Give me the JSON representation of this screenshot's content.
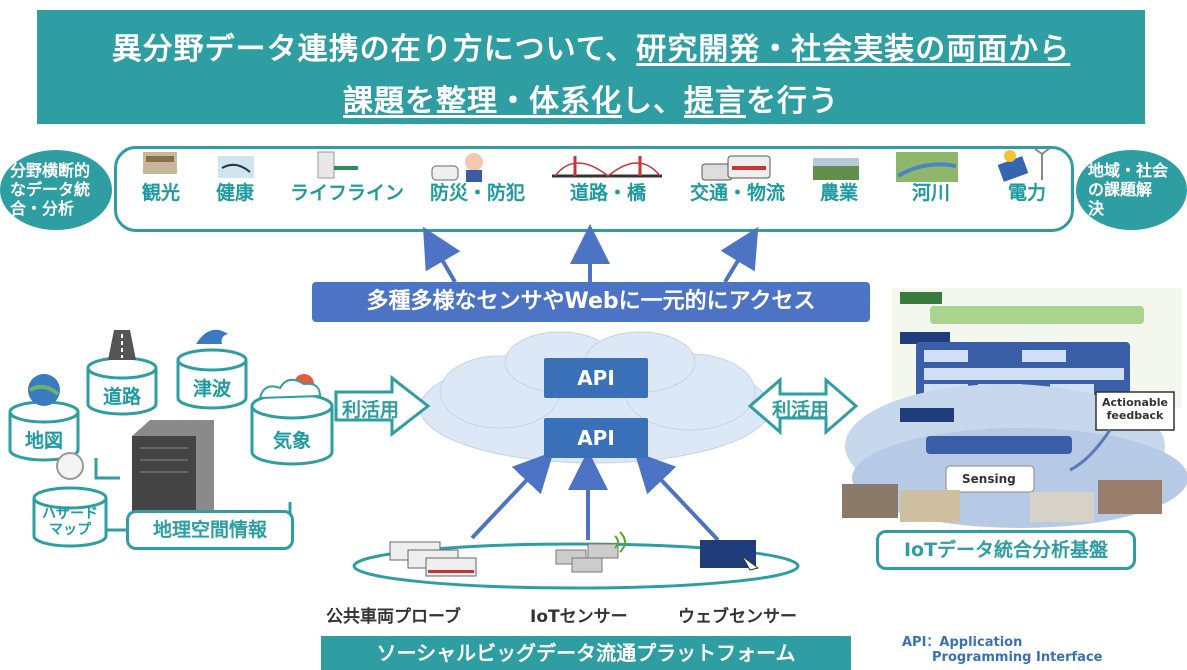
{
  "title": {
    "line1_a": "異分野データ連携の在り方について、",
    "line1_b": "研究開発・社会実装の両面から",
    "line2_a": "課題を整理・体系化",
    "line2_b": "し、",
    "line2_c": "提言",
    "line2_d": "を行う"
  },
  "left_oval": [
    "分野横断的",
    "なデータ統",
    "合・分析"
  ],
  "right_oval": [
    "地域・社会",
    "の課題解",
    "決"
  ],
  "domains": [
    "観光",
    "健康",
    "ライフライン",
    "防災・防犯",
    "道路・橋",
    "交通・物流",
    "農業",
    "河川",
    "電力"
  ],
  "access_banner": "多種多様なセンサやWebに一元的にアクセス",
  "api_labels": [
    "API",
    "API"
  ],
  "left_arrow_label": "利活用",
  "right_arrow_label": "利活用",
  "data_sources": [
    "道路",
    "津波",
    "地図",
    "気象",
    "ハザード\nマップ"
  ],
  "geo_label": "地理空間情報",
  "iot_panel": {
    "label": "IoTデータ統合分析基盤",
    "actionable": "Actionable\nfeedback",
    "sensing": "Sensing"
  },
  "sensors": [
    "公共車両プローブ",
    "IoTセンサー",
    "ウェブセンサー"
  ],
  "platform": "ソーシャルビッグデータ流通プラットフォーム",
  "api_note": [
    "API：Application",
    "Programming Interface"
  ],
  "colors": {
    "teal": "#2f9ea2",
    "blue": "#4d74c4",
    "api_blue": "#3a70b8",
    "cloud": "#dce8f6"
  }
}
